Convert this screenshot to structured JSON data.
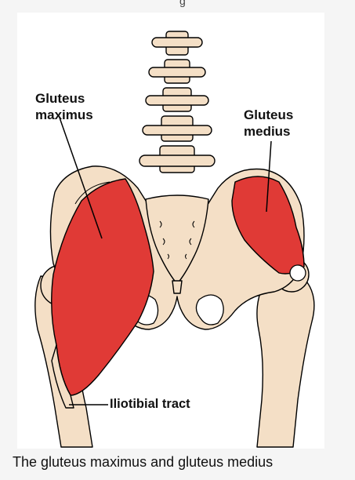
{
  "top_partial_text": "g",
  "labels": {
    "gluteus_maximus": "Gluteus\nmaximus",
    "gluteus_medius": "Gluteus\nmedius",
    "iliotibial_tract": "Iliotibial tract"
  },
  "caption": "The gluteus maximus and gluteus medius",
  "colors": {
    "bone": "#f4dfc6",
    "muscle": "#e03a36",
    "outline": "#000000",
    "panel": "#ffffff",
    "page": "#f5f5f5"
  }
}
